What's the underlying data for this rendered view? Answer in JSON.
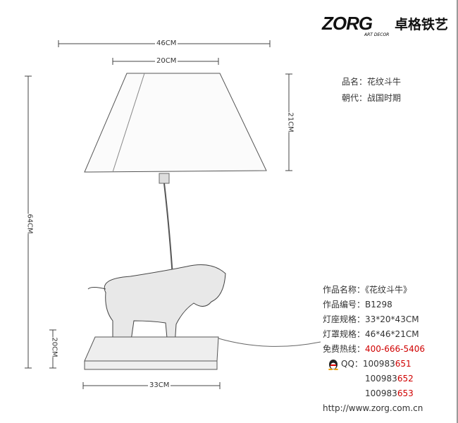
{
  "brand": {
    "logo_text": "ZORG",
    "logo_sub": "ART DECOR",
    "name_cn": "卓格铁艺"
  },
  "info": {
    "name_label": "品名：",
    "name": "花纹斗牛",
    "dynasty_label": "朝代：",
    "dynasty": "战国时期"
  },
  "dimensions": {
    "shade_bottom": "46CM",
    "shade_top": "20CM",
    "shade_height": "21CM",
    "total_height": "64CM",
    "base_height": "20CM",
    "base_width": "33CM"
  },
  "spec": {
    "work_name_label": "作品名称：",
    "work_name": "《花纹斗牛》",
    "code_label": "作品编号：",
    "code": "B1298",
    "base_label": "灯座规格：",
    "base": "33*20*43CM",
    "shade_label": "灯罩规格：",
    "shade": "46*46*21CM",
    "hotline_label": "免费热线：",
    "hotline": "400-666-5406",
    "qq_label": "QQ：",
    "qq": [
      {
        "prefix": "100983",
        "suffix": "651"
      },
      {
        "prefix": "100983",
        "suffix": "652"
      },
      {
        "prefix": "100983",
        "suffix": "653"
      }
    ],
    "url": "http://www.zorg.com.cn"
  },
  "colors": {
    "accent": "#d00000"
  }
}
